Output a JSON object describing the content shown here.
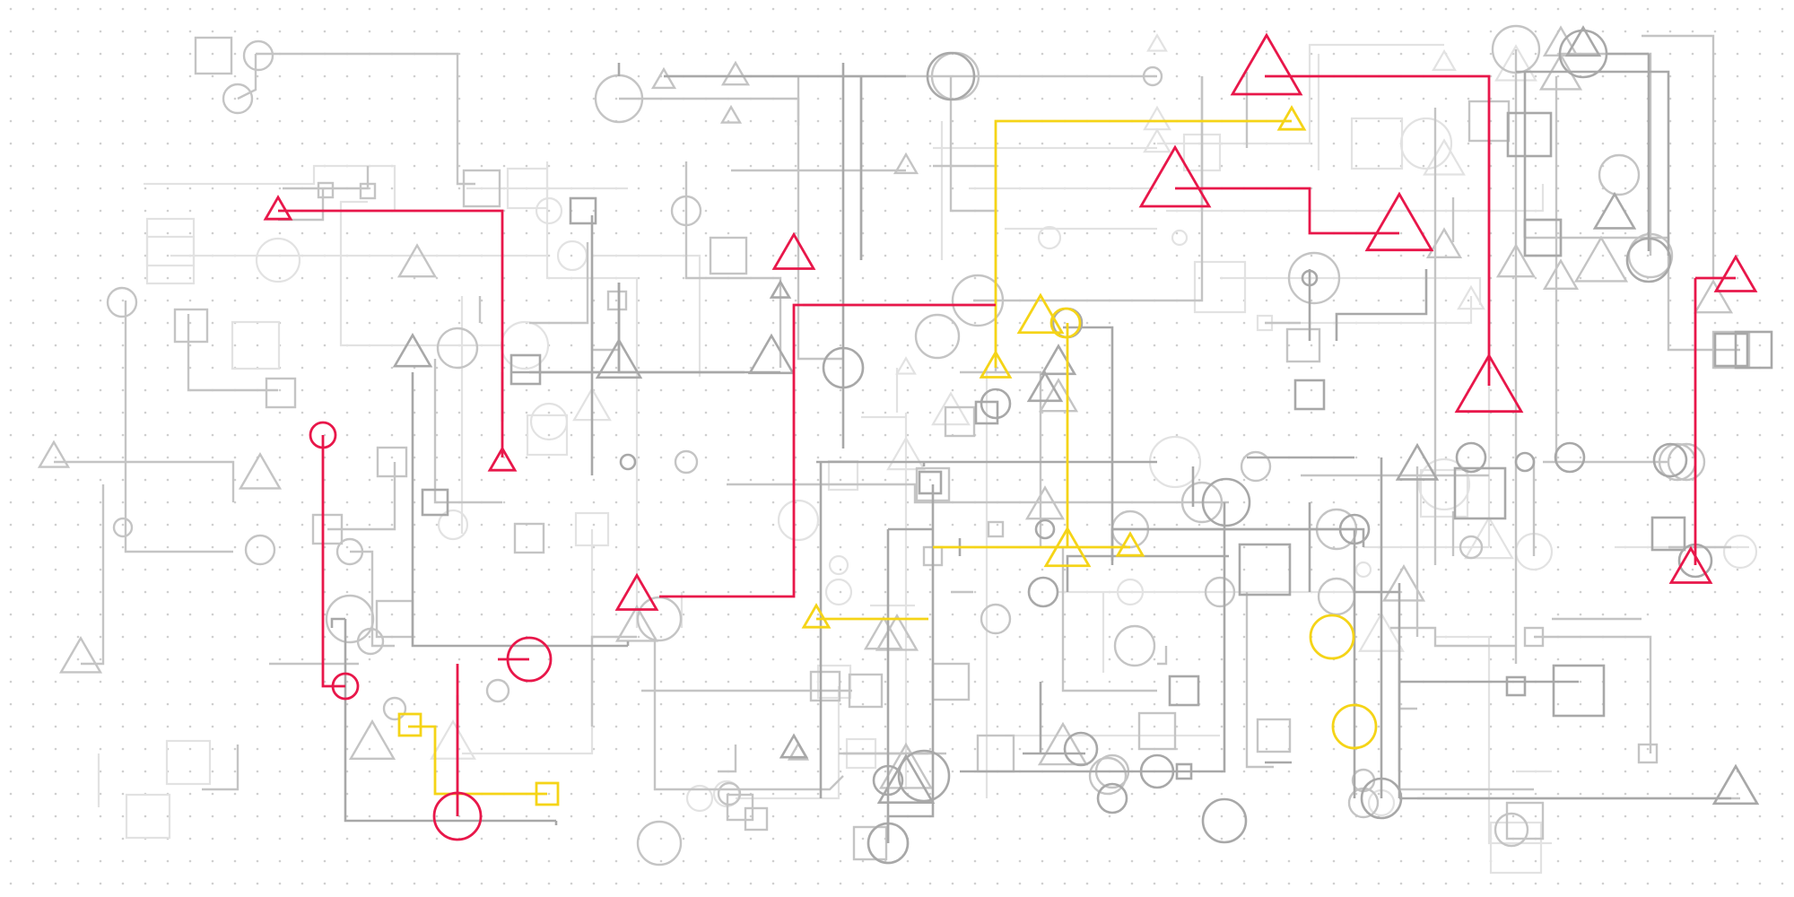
{
  "diagram": {
    "title": "",
    "background": "#ffffff",
    "dot_grid": {
      "color": "#cfcfcf",
      "visible": true
    },
    "palette": {
      "red": "#e8174a",
      "yellow": "#f5d417",
      "gray_dark": "#a8a8a8",
      "gray_mid": "#c4c4c4",
      "gray_light": "#e2e2e2"
    },
    "node_kinds": [
      "circle",
      "square",
      "triangle"
    ],
    "highlight_paths": [
      {
        "color": "red",
        "count": 5
      },
      {
        "color": "yellow",
        "count": 3
      }
    ]
  }
}
